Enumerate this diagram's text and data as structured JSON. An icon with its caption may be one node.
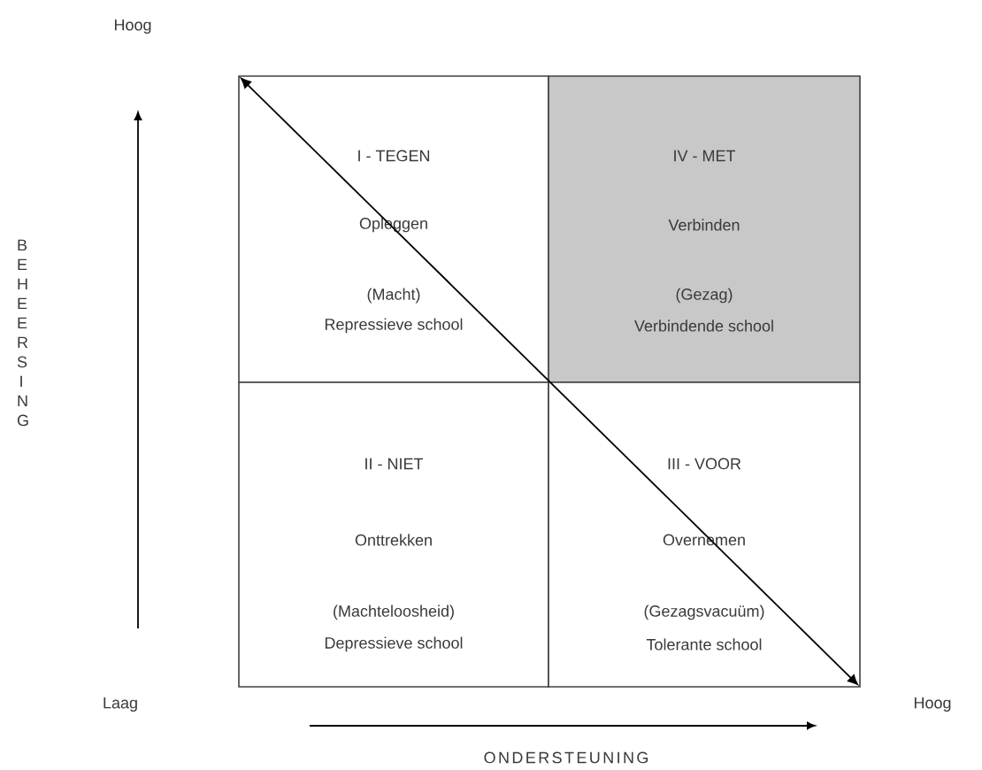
{
  "diagram": {
    "nodes": [
      {
        "text": [
          "I - TEGEN",
          "Opleggen",
          "(Macht)",
          "Repressieve school"
        ]
      },
      {
        "text": [
          "IV - MET",
          "Verbinden",
          "(Gezag)",
          "Verbindende school"
        ]
      },
      {
        "text": [
          "II - NIET",
          "Onttrekken",
          "(Machteloosheid)",
          "Depressieve school"
        ]
      },
      {
        "text": [
          "III - VOOR",
          "Overnemen",
          "(Gezagsvacuüm)",
          "Tolerante school"
        ]
      }
    ],
    "edges": [
      {
        "from": 0,
        "to": 3,
        "arrow": "both"
      }
    ],
    "labels": [
      "Hoog",
      "BEHEERSING",
      "Laag",
      "Hoog",
      "ONDERSTEUNING"
    ]
  }
}
